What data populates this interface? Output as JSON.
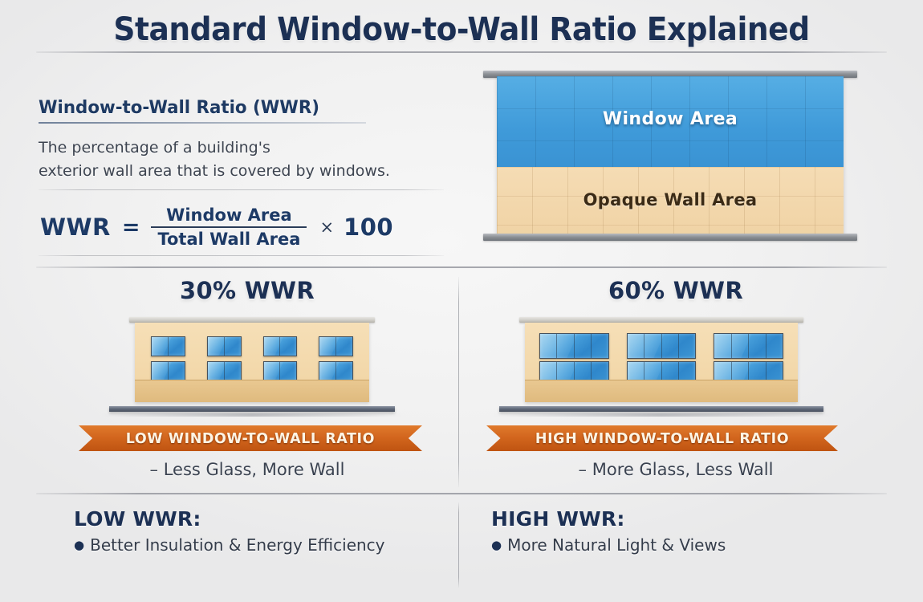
{
  "title": "Standard Window-to-Wall Ratio Explained",
  "definition": {
    "heading": "Window-to-Wall Ratio (WWR)",
    "line1": "The percentage of a building's",
    "line2": "exterior wall area that is covered by windows."
  },
  "formula": {
    "lhs": "WWR",
    "equals": "=",
    "numerator": "Window Area",
    "denominator": "Total Wall Area",
    "times": "×",
    "multiplier": "100"
  },
  "diagram": {
    "window_label": "Window Area",
    "wall_label": "Opaque Wall Area",
    "window_color": "#3f9ad9",
    "wall_color": "#f0d3a5",
    "frame_color": "#8e9297"
  },
  "panels": {
    "low": {
      "title": "30% WWR",
      "ribbon": "LOW WINDOW-TO-WALL RATIO",
      "subtitle": "– Less Glass, More Wall",
      "window_rows": 2,
      "windows_per_row": 4,
      "panes_per_window": 2
    },
    "high": {
      "title": "60% WWR",
      "ribbon": "HIGH WINDOW-TO-WALL RATIO",
      "subtitle": "– More Glass, Less Wall",
      "window_rows": 2,
      "windows_per_row": 3,
      "panes_per_window": 4
    }
  },
  "summary": {
    "low": {
      "title": "LOW WWR:",
      "bullet_glyph": "●",
      "item": "Better Insulation & Energy Efficiency"
    },
    "high": {
      "title": "HIGH WWR:",
      "bullet_glyph": "●",
      "item": "More Natural Light & Views"
    }
  },
  "colors": {
    "accent_navy": "#1c3054",
    "accent_orange": "#d2651d",
    "glass_blue": "#3f9ad9",
    "wall_tan": "#f2d7a8",
    "background": "#f1f1f1"
  }
}
